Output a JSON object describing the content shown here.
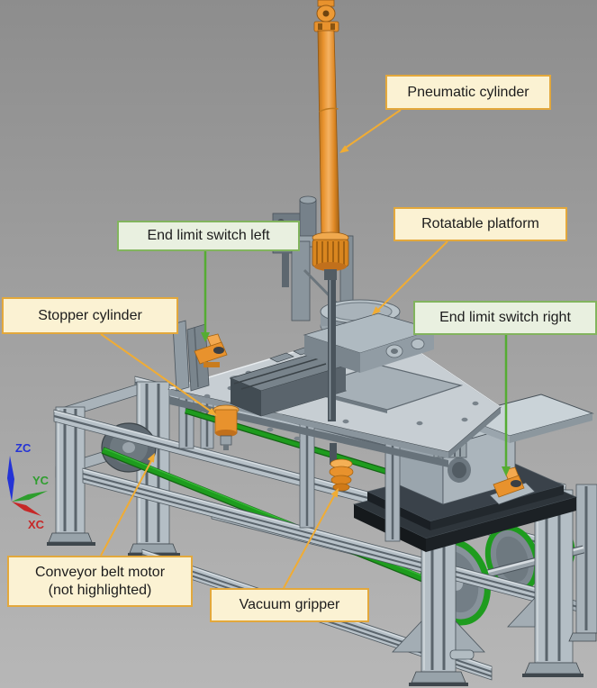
{
  "callouts": {
    "pneumatic_cylinder": "Pneumatic cylinder",
    "rotatable_platform": "Rotatable platform",
    "end_limit_switch_left": "End limit switch left",
    "stopper_cylinder": "Stopper cylinder",
    "end_limit_switch_right": "End limit switch right",
    "conveyor_belt_motor_line1": "Conveyor belt motor",
    "conveyor_belt_motor_line2": "(not highlighted)",
    "vacuum_gripper": "Vacuum gripper"
  },
  "triad": {
    "z_label": "ZC",
    "y_label": "YC",
    "x_label": "XC"
  },
  "colors": {
    "background_top": "#8d8d8d",
    "background_bottom": "#b7b7b7",
    "callout_yellow_bg": "#fbf2d3",
    "callout_yellow_border": "#e3a83c",
    "callout_green_bg": "#e9f0e0",
    "callout_green_border": "#82b45e",
    "callout_text": "#1c1c1c",
    "arrow_orange": "#f0ac34",
    "arrow_green": "#55ac33",
    "highlight_orange": "#e8922d",
    "belt_green": "#1e9c1e",
    "axis_z_blue": "#2433d6",
    "axis_y_green": "#2e9e2e",
    "axis_x_red": "#c62828"
  }
}
